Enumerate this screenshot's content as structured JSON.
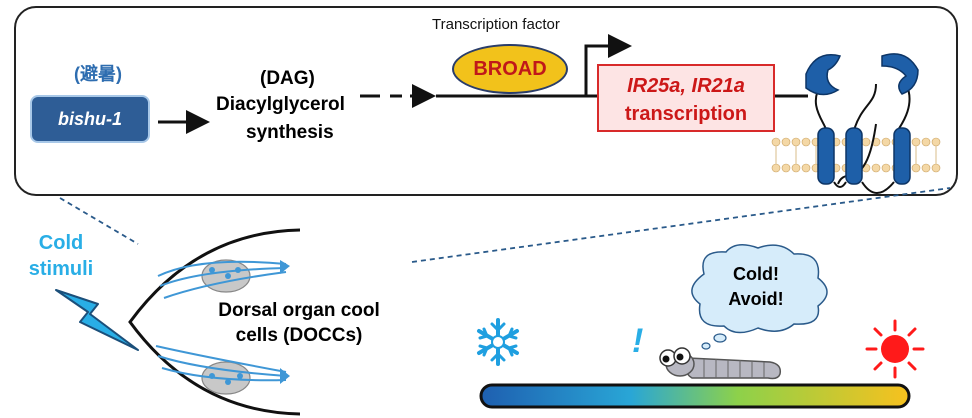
{
  "top_panel": {
    "kanji_label": "(避暑)",
    "gene_label": "bishu-1",
    "dag_abbr": "(DAG)",
    "dag_line1": "Diacylglycerol",
    "dag_line2": "synthesis",
    "tf_label": "Transcription factor",
    "broad_label": "BROAD",
    "ir_genes": "IR25a, IR21a",
    "ir_suffix": "transcription"
  },
  "bottom": {
    "cold_stimuli_line1": "Cold",
    "cold_stimuli_line2": "stimuli",
    "docc_line1": "Dorsal organ cool",
    "docc_line2": "cells (DOCCs)",
    "bubble_line1": "Cold!",
    "bubble_line2": "Avoid!",
    "exclamation": "!"
  },
  "colors": {
    "gene_box": "#2e5d96",
    "broad_fill": "#f2c21b",
    "broad_text": "#c0181a",
    "ir_border": "#d82a2a",
    "cold_text": "#29aee6",
    "receptor": "#1e5fa8",
    "sun": "#ff1a1a"
  },
  "icons": {
    "snowflake": "snowflake-icon",
    "sun": "sun-icon",
    "larva": "larva-icon",
    "lightning": "lightning-icon"
  },
  "thermal_gradient": [
    "#1e5fb0",
    "#29a6d6",
    "#8dd14a",
    "#f7c11e"
  ]
}
